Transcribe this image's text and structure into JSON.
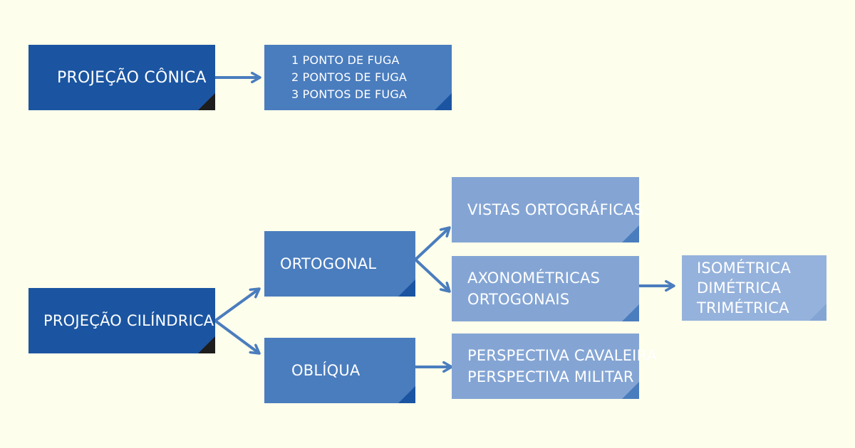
{
  "nodes": {
    "conica": {
      "lines": [
        "PROJEÇÃO CÔNICA"
      ]
    },
    "fuga": {
      "lines": [
        "1 PONTO DE FUGA",
        "2 PONTOS DE FUGA",
        "3 PONTOS DE FUGA"
      ]
    },
    "cilindrica": {
      "lines": [
        "PROJEÇÃO CILÍNDRICA"
      ]
    },
    "ortogonal": {
      "lines": [
        "ORTOGONAL"
      ]
    },
    "obliqua": {
      "lines": [
        "OBLÍQUA"
      ]
    },
    "vistas": {
      "lines": [
        "VISTAS ORTOGRÁFICAS"
      ]
    },
    "axonometricas": {
      "lines": [
        "AXONOMÉTRICAS",
        "ORTOGONAIS"
      ]
    },
    "perspectivas": {
      "lines": [
        "PERSPECTIVA CAVALEIRA",
        "PERSPECTIVA MILITAR"
      ]
    },
    "tipos_axon": {
      "lines": [
        "ISOMÉTRICA",
        "DIMÉTRICA",
        "TRIMÉTRICA"
      ]
    }
  },
  "colors": {
    "background": "#fdfeeb",
    "dark_box": "#1b55a1",
    "mid_box": "#4a7dbe",
    "light_box": "#84a5d4",
    "pale_box": "#95b2dc",
    "arrow": "#4a7dbe",
    "text": "#ffffff"
  },
  "edges": [
    [
      "conica",
      "fuga"
    ],
    [
      "cilindrica",
      "ortogonal"
    ],
    [
      "cilindrica",
      "obliqua"
    ],
    [
      "ortogonal",
      "vistas"
    ],
    [
      "ortogonal",
      "axonometricas"
    ],
    [
      "axonometricas",
      "tipos_axon"
    ],
    [
      "obliqua",
      "perspectivas"
    ]
  ]
}
